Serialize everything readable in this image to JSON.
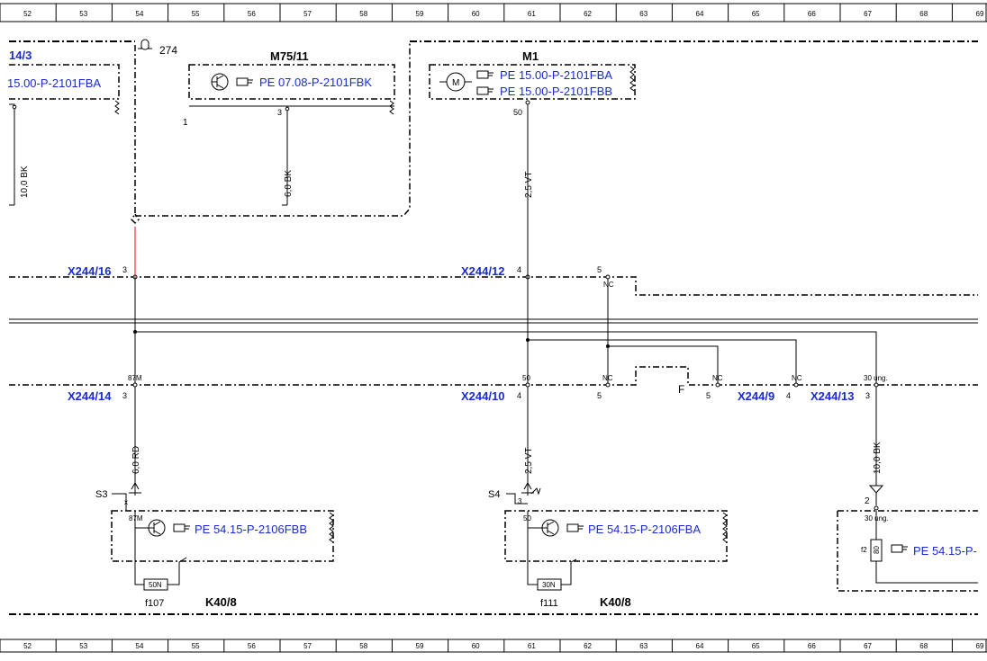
{
  "ruler": [
    "52",
    "53",
    "54",
    "55",
    "56",
    "57",
    "58",
    "59",
    "60",
    "61",
    "62",
    "63",
    "64",
    "65",
    "66",
    "67",
    "68",
    "69"
  ],
  "components": {
    "left_partial": {
      "name": "14/3",
      "ref": "15.00-P-2101FBA",
      "wire": "10,0 BK"
    },
    "m75_11": {
      "name": "M75/11",
      "ref": "PE 07.08-P-2101FBK",
      "pin_a": "1",
      "pin_b": "3",
      "wire": "6,0 BK"
    },
    "m1": {
      "name": "M1",
      "ref_a": "PE 15.00-P-2101FBA",
      "ref_b": "PE 15.00-P-2101FBB",
      "pin": "50",
      "wire": "2,5 VT",
      "motor_letter": "M"
    },
    "ground_ref": "274"
  },
  "connectors_upper": {
    "x244_16": {
      "label": "X244/16",
      "pin": "3"
    },
    "x244_12": {
      "label": "X244/12",
      "pin": "4"
    },
    "pin5": "5",
    "nc": "NC"
  },
  "connectors_lower": {
    "x244_14": {
      "label": "X244/14",
      "pin": "3",
      "top": "87M"
    },
    "x244_10": {
      "label": "X244/10",
      "pin": "4",
      "top": "50"
    },
    "nc_a": {
      "top": "NC",
      "bottom": "5"
    },
    "f": "F",
    "nc_b": {
      "top": "NC",
      "bottom": "5"
    },
    "x244_9": {
      "label": "X244/9",
      "pin": "4",
      "top": "NC"
    },
    "x244_13": {
      "label": "X244/13",
      "pin": "3",
      "top": "30 ung."
    }
  },
  "relays": {
    "s3": {
      "name": "S3",
      "wire": "6,0 RD",
      "pin_x": "x",
      "pin_top": "87M",
      "ref": "PE 54.15-P-2106FBB",
      "fuse": "50N",
      "fuse_name": "f107",
      "module": "K40/8"
    },
    "s4": {
      "name": "S4",
      "wire": "2,5 VT",
      "pin_x": "3",
      "pin_top": "50",
      "ref": "PE 54.15-P-2106FBA",
      "fuse": "30N",
      "fuse_name": "f111",
      "module": "K40/8"
    },
    "right": {
      "wire": "10,0 BK",
      "pin": "2",
      "pin_top": "30 ung.",
      "fuse_name": "f2",
      "fuse": "80",
      "ref": "PE 54.15-P-"
    }
  }
}
